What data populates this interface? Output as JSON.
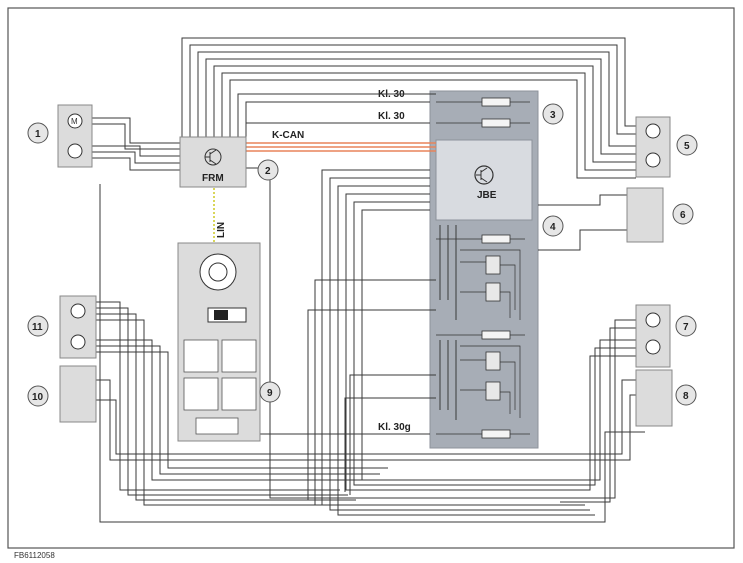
{
  "labels": {
    "kl30_top": "Kl. 30",
    "kl30_second": "Kl. 30",
    "kl30g": "Kl. 30g",
    "kcan": "K-CAN",
    "lin": "LIN",
    "frm": "FRM",
    "jbe": "JBE",
    "reference_code": "FB6112058"
  },
  "callouts": [
    "1",
    "2",
    "3",
    "4",
    "5",
    "6",
    "7",
    "8",
    "9",
    "10",
    "11"
  ],
  "colors": {
    "kcan_line": "#e8835a",
    "lin_line": "#d9d65a",
    "module_fill": "#dcdcdc",
    "jbe_panel": "#a7adb6",
    "wire": "#3a3a3a"
  }
}
